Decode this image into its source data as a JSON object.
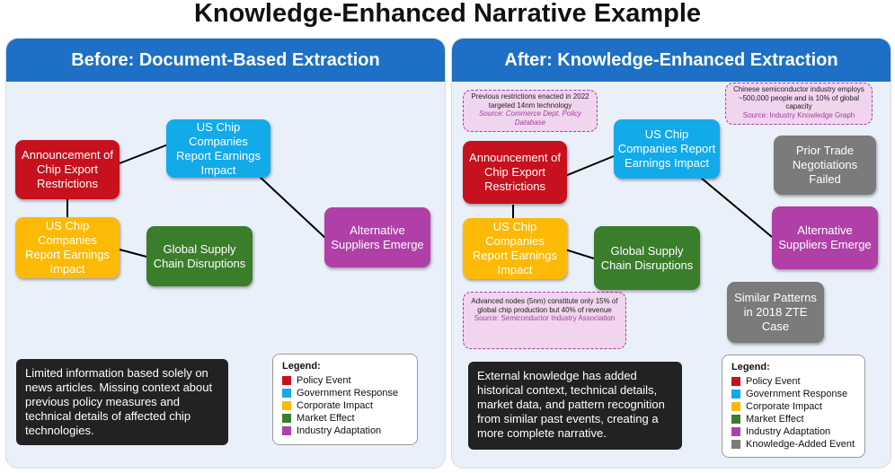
{
  "title": "Knowledge-Enhanced Narrative Example",
  "left": {
    "header": "Before: Document-Based Extraction",
    "nodes": {
      "announcement": "Announcement of Chip Export Restrictions",
      "us_chip_top": "US Chip Companies Report Earnings Impact",
      "us_chip_left": "US Chip Companies Report Earnings Impact",
      "global_supply": "Global Supply Chain Disruptions",
      "alternative": "Alternative Suppliers Emerge"
    },
    "textbox": "Limited information based solely on news articles. Missing context about previous policy measures and technical details of affected chip technologies.",
    "legend": {
      "title": "Legend:",
      "items": [
        {
          "label": "Policy Event",
          "color": "#c8111e"
        },
        {
          "label": "Government Response",
          "color": "#13aaea"
        },
        {
          "label": "Corporate Impact",
          "color": "#fcba06"
        },
        {
          "label": "Market Effect",
          "color": "#3a7d2b"
        },
        {
          "label": "Industry Adaptation",
          "color": "#b040a8"
        }
      ]
    }
  },
  "right": {
    "header": "After: Knowledge-Enhanced Extraction",
    "nodes": {
      "announcement": "Announcement of Chip Export Restrictions",
      "us_chip_top": "US Chip Companies Report Earnings Impact",
      "us_chip_left": "US Chip Companies Report Earnings Impact",
      "global_supply": "Global Supply Chain Disruptions",
      "alternative": "Alternative Suppliers Emerge",
      "prior_trade": "Prior Trade Negotiations Failed",
      "similar_patterns": "Similar Patterns in 2018 ZTE Case"
    },
    "notes": {
      "n1_text": "Previous restrictions enacted in 2022 targeted 14nm technology",
      "n1_source": "Source: Commerce Dept. Policy Database",
      "n2_text": "Chinese semiconductor industry employs ~500,000 people and is 10% of global capacity",
      "n2_source": "Source: Industry Knowledge Graph",
      "n3_text": "Advanced nodes (5nm) constitute only 15% of global chip production but 40% of revenue",
      "n3_source": "Source: Semiconductor Industry Association"
    },
    "textbox": "External knowledge has added historical context, technical details, market data, and pattern recognition from similar past events, creating a more complete narrative.",
    "legend": {
      "title": "Legend:",
      "items": [
        {
          "label": "Policy Event",
          "color": "#c8111e"
        },
        {
          "label": "Government Response",
          "color": "#13aaea"
        },
        {
          "label": "Corporate Impact",
          "color": "#fcba06"
        },
        {
          "label": "Market Effect",
          "color": "#3a7d2b"
        },
        {
          "label": "Industry Adaptation",
          "color": "#b040a8"
        },
        {
          "label": "Knowledge-Added Event",
          "color": "#7b7b7b"
        }
      ]
    }
  }
}
